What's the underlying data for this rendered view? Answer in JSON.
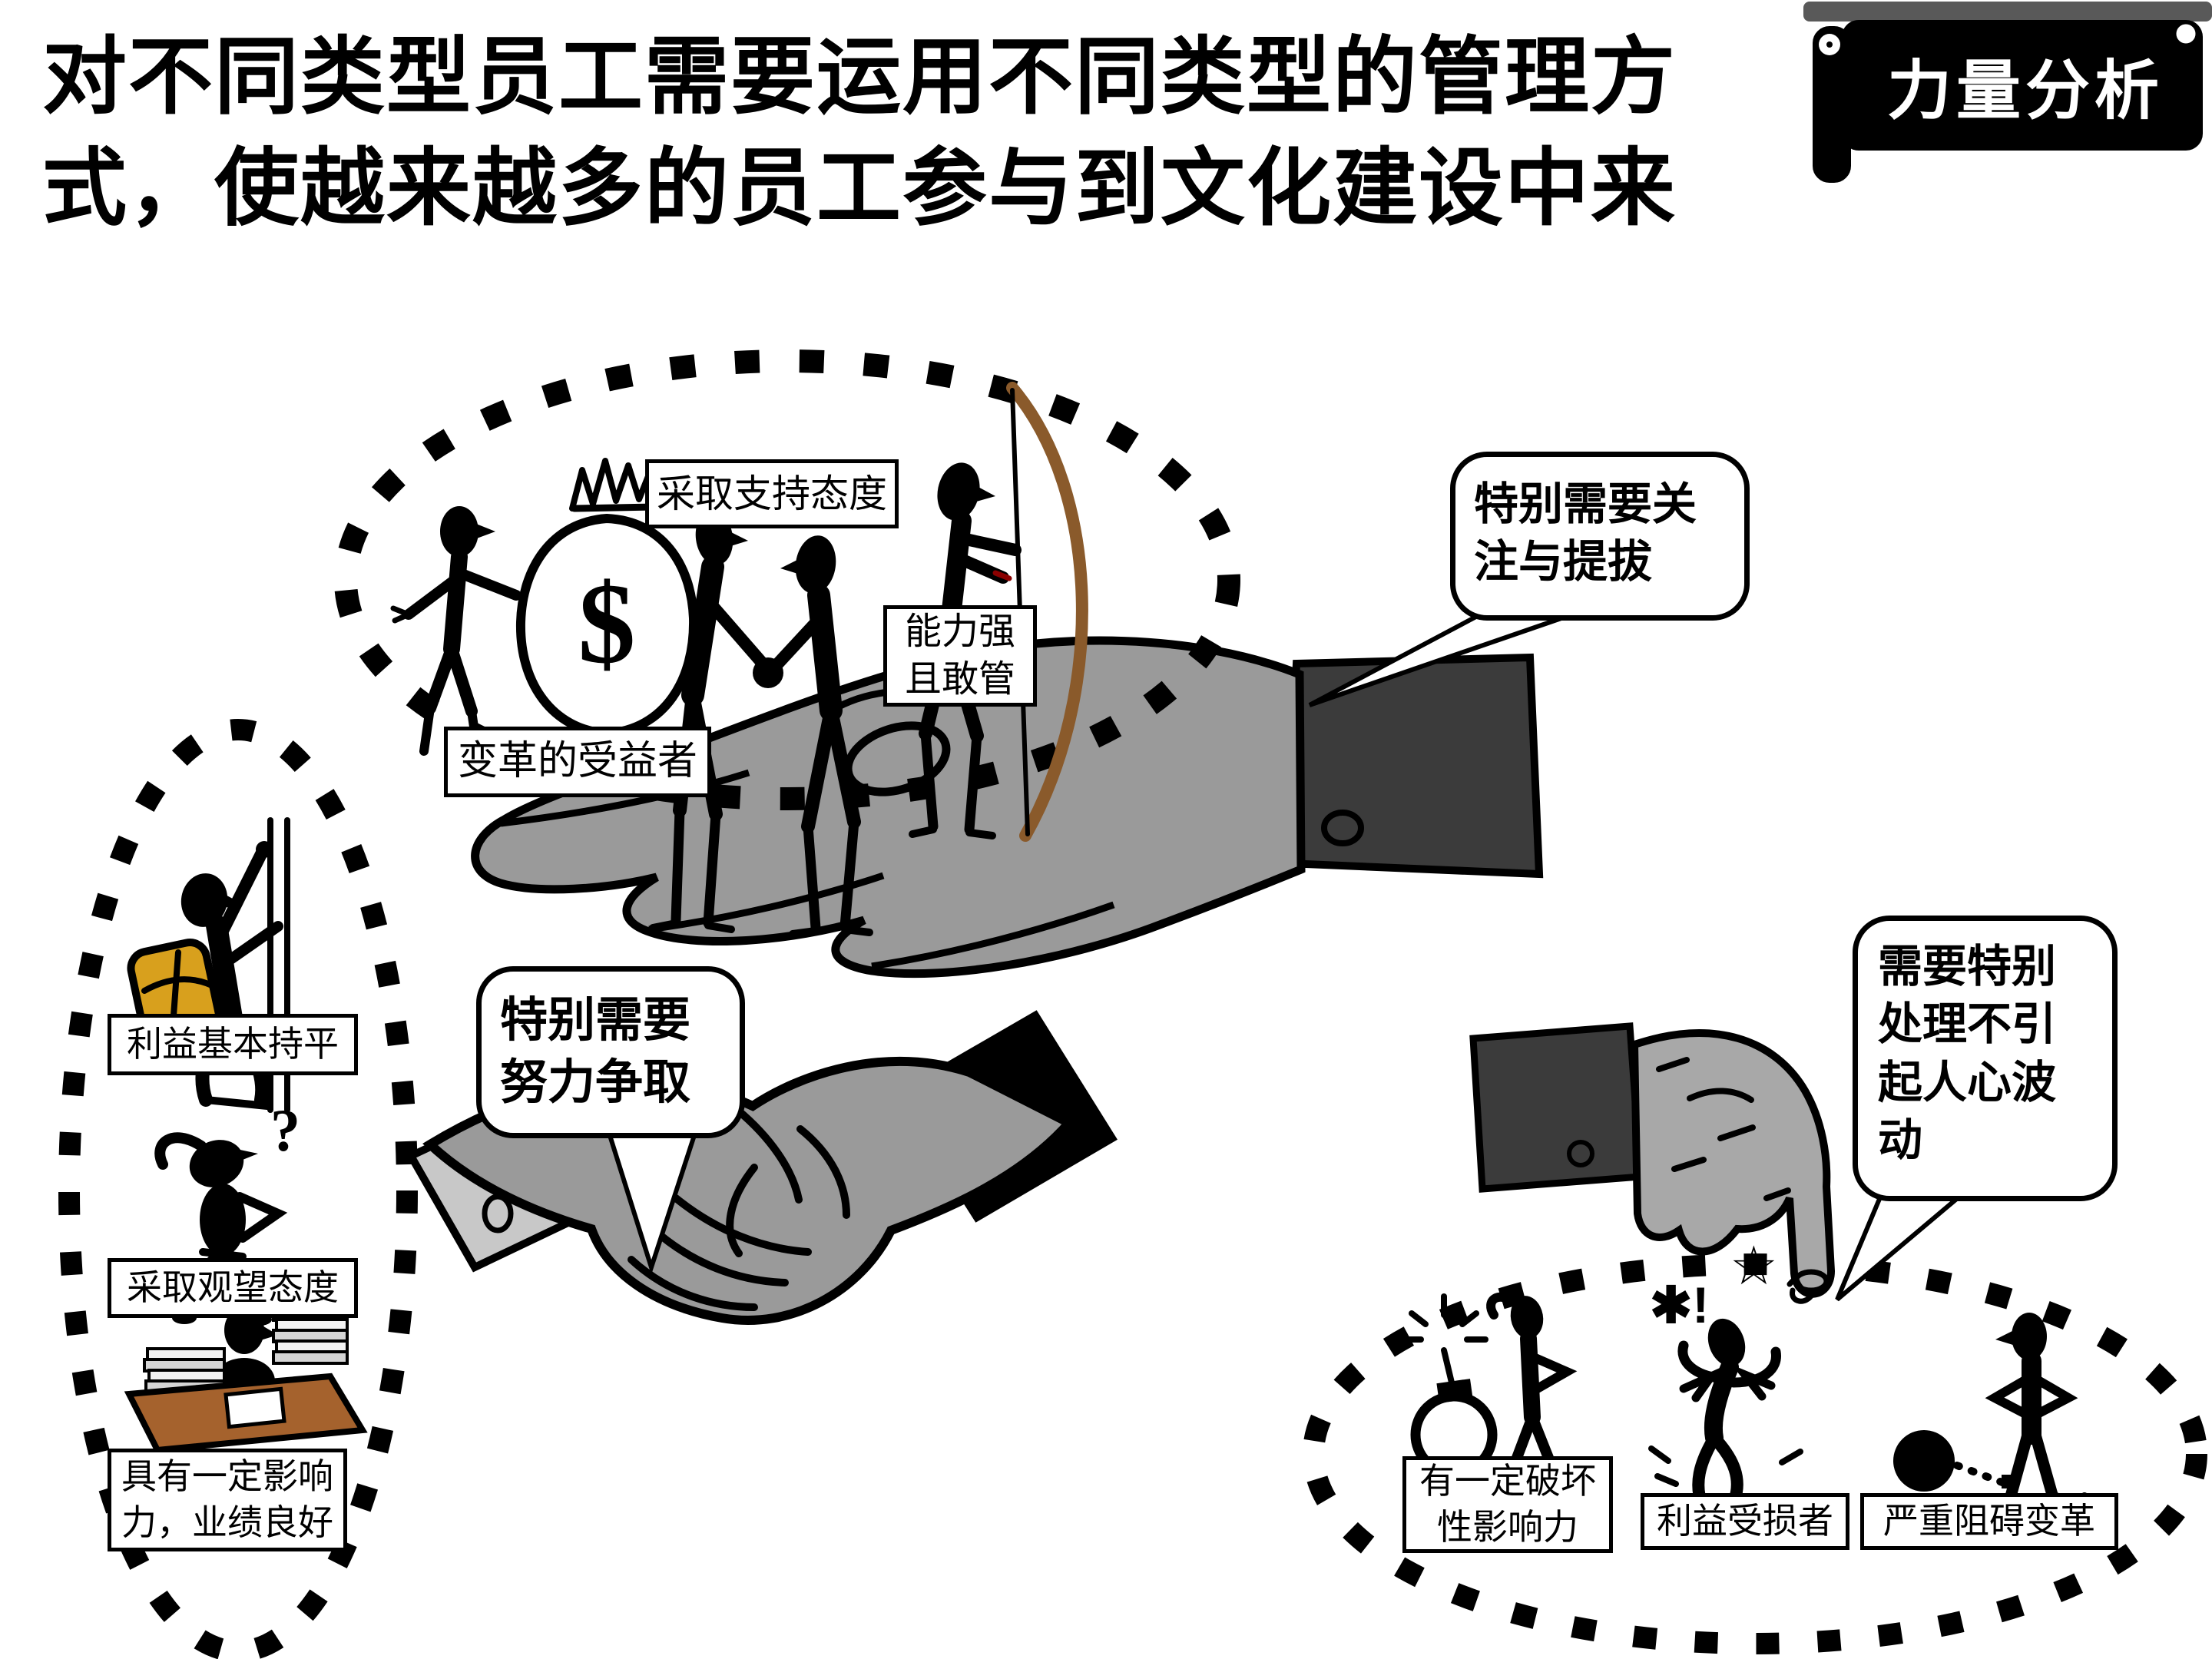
{
  "slide": {
    "title_line1": "对不同类型员工需要运用不同类型的管理方",
    "title_line2": "式，使越来越多的员工参与到文化建设中来",
    "banner_label": "力量分析"
  },
  "supporters": {
    "attitude_label": "采取支持态度",
    "beneficiary_label": "变革的受益者",
    "capable_label": "能力强且敢管",
    "bubble": "特别需要关注与提拔"
  },
  "fence_sitters": {
    "balanced_label": "利益基本持平",
    "wait_label": "采取观望态度",
    "influence_label": "具有一定影响力，业绩良好",
    "bubble": "特别需要努力争取"
  },
  "resisters": {
    "destructive_label": "有一定破坏性影响力",
    "damaged_label": "利益受损者",
    "hinder_label": "严重阻碍变革",
    "bubble": "需要特别处理不引起人心波动"
  },
  "icons": {
    "dollar": "$",
    "question": "?",
    "stress_marks": "✱!",
    "star": "☆"
  },
  "colors": {
    "hand_gray": "#9a9a9a",
    "cuff_dark": "#3b3b3b",
    "cuff_light": "#c8c8c8",
    "cuff_black": "#000000",
    "desk_brown": "#a5622d",
    "backpack_gold": "#d8a01d",
    "bow_brown": "#8a5a2b",
    "banner_black": "#000000",
    "banner_bar_gray": "#595959",
    "text_black": "#000000"
  }
}
